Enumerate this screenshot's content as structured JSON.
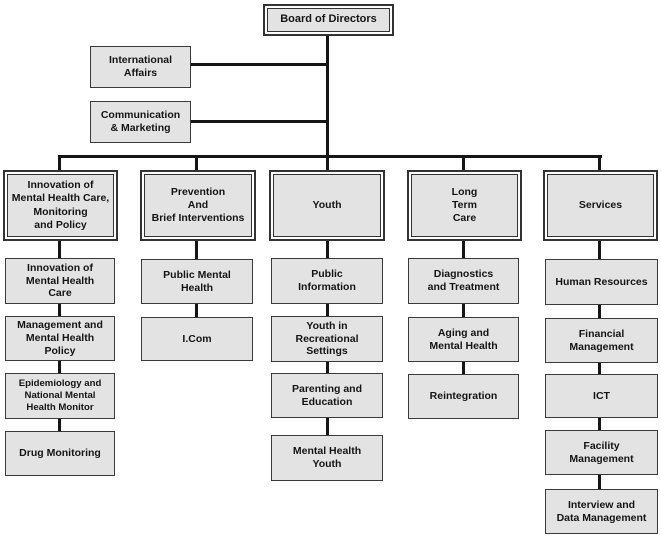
{
  "colors": {
    "box_fill": "#e3e3e3",
    "box_border": "#3a3a3a",
    "connector": "#151515",
    "background": "#ffffff"
  },
  "chart": {
    "root": "Board of Directors",
    "staff": [
      {
        "label": "International\nAffairs"
      },
      {
        "label": "Communication\n& Marketing"
      }
    ],
    "departments": [
      {
        "head": "Innovation of\nMental Health Care,\nMonitoring\nand Policy",
        "units": [
          "Innovation of\nMental Health\nCare",
          "Management and\nMental Health\nPolicy",
          "Epidemiology and\nNational Mental\nHealth Monitor",
          "Drug Monitoring"
        ]
      },
      {
        "head": "Prevention\nAnd\nBrief Interventions",
        "units": [
          "Public Mental\nHealth",
          "I.Com"
        ]
      },
      {
        "head": "Youth",
        "units": [
          "Public\nInformation",
          "Youth in\nRecreational\nSettings",
          "Parenting and\nEducation",
          "Mental Health\nYouth"
        ]
      },
      {
        "head": "Long\nTerm\nCare",
        "units": [
          "Diagnostics\nand Treatment",
          "Aging and\nMental Health",
          "Reintegration"
        ]
      },
      {
        "head": "Services",
        "units": [
          "Human Resources",
          "Financial\nManagement",
          "ICT",
          "Facility\nManagement",
          "Interview and\nData Management"
        ]
      }
    ]
  }
}
